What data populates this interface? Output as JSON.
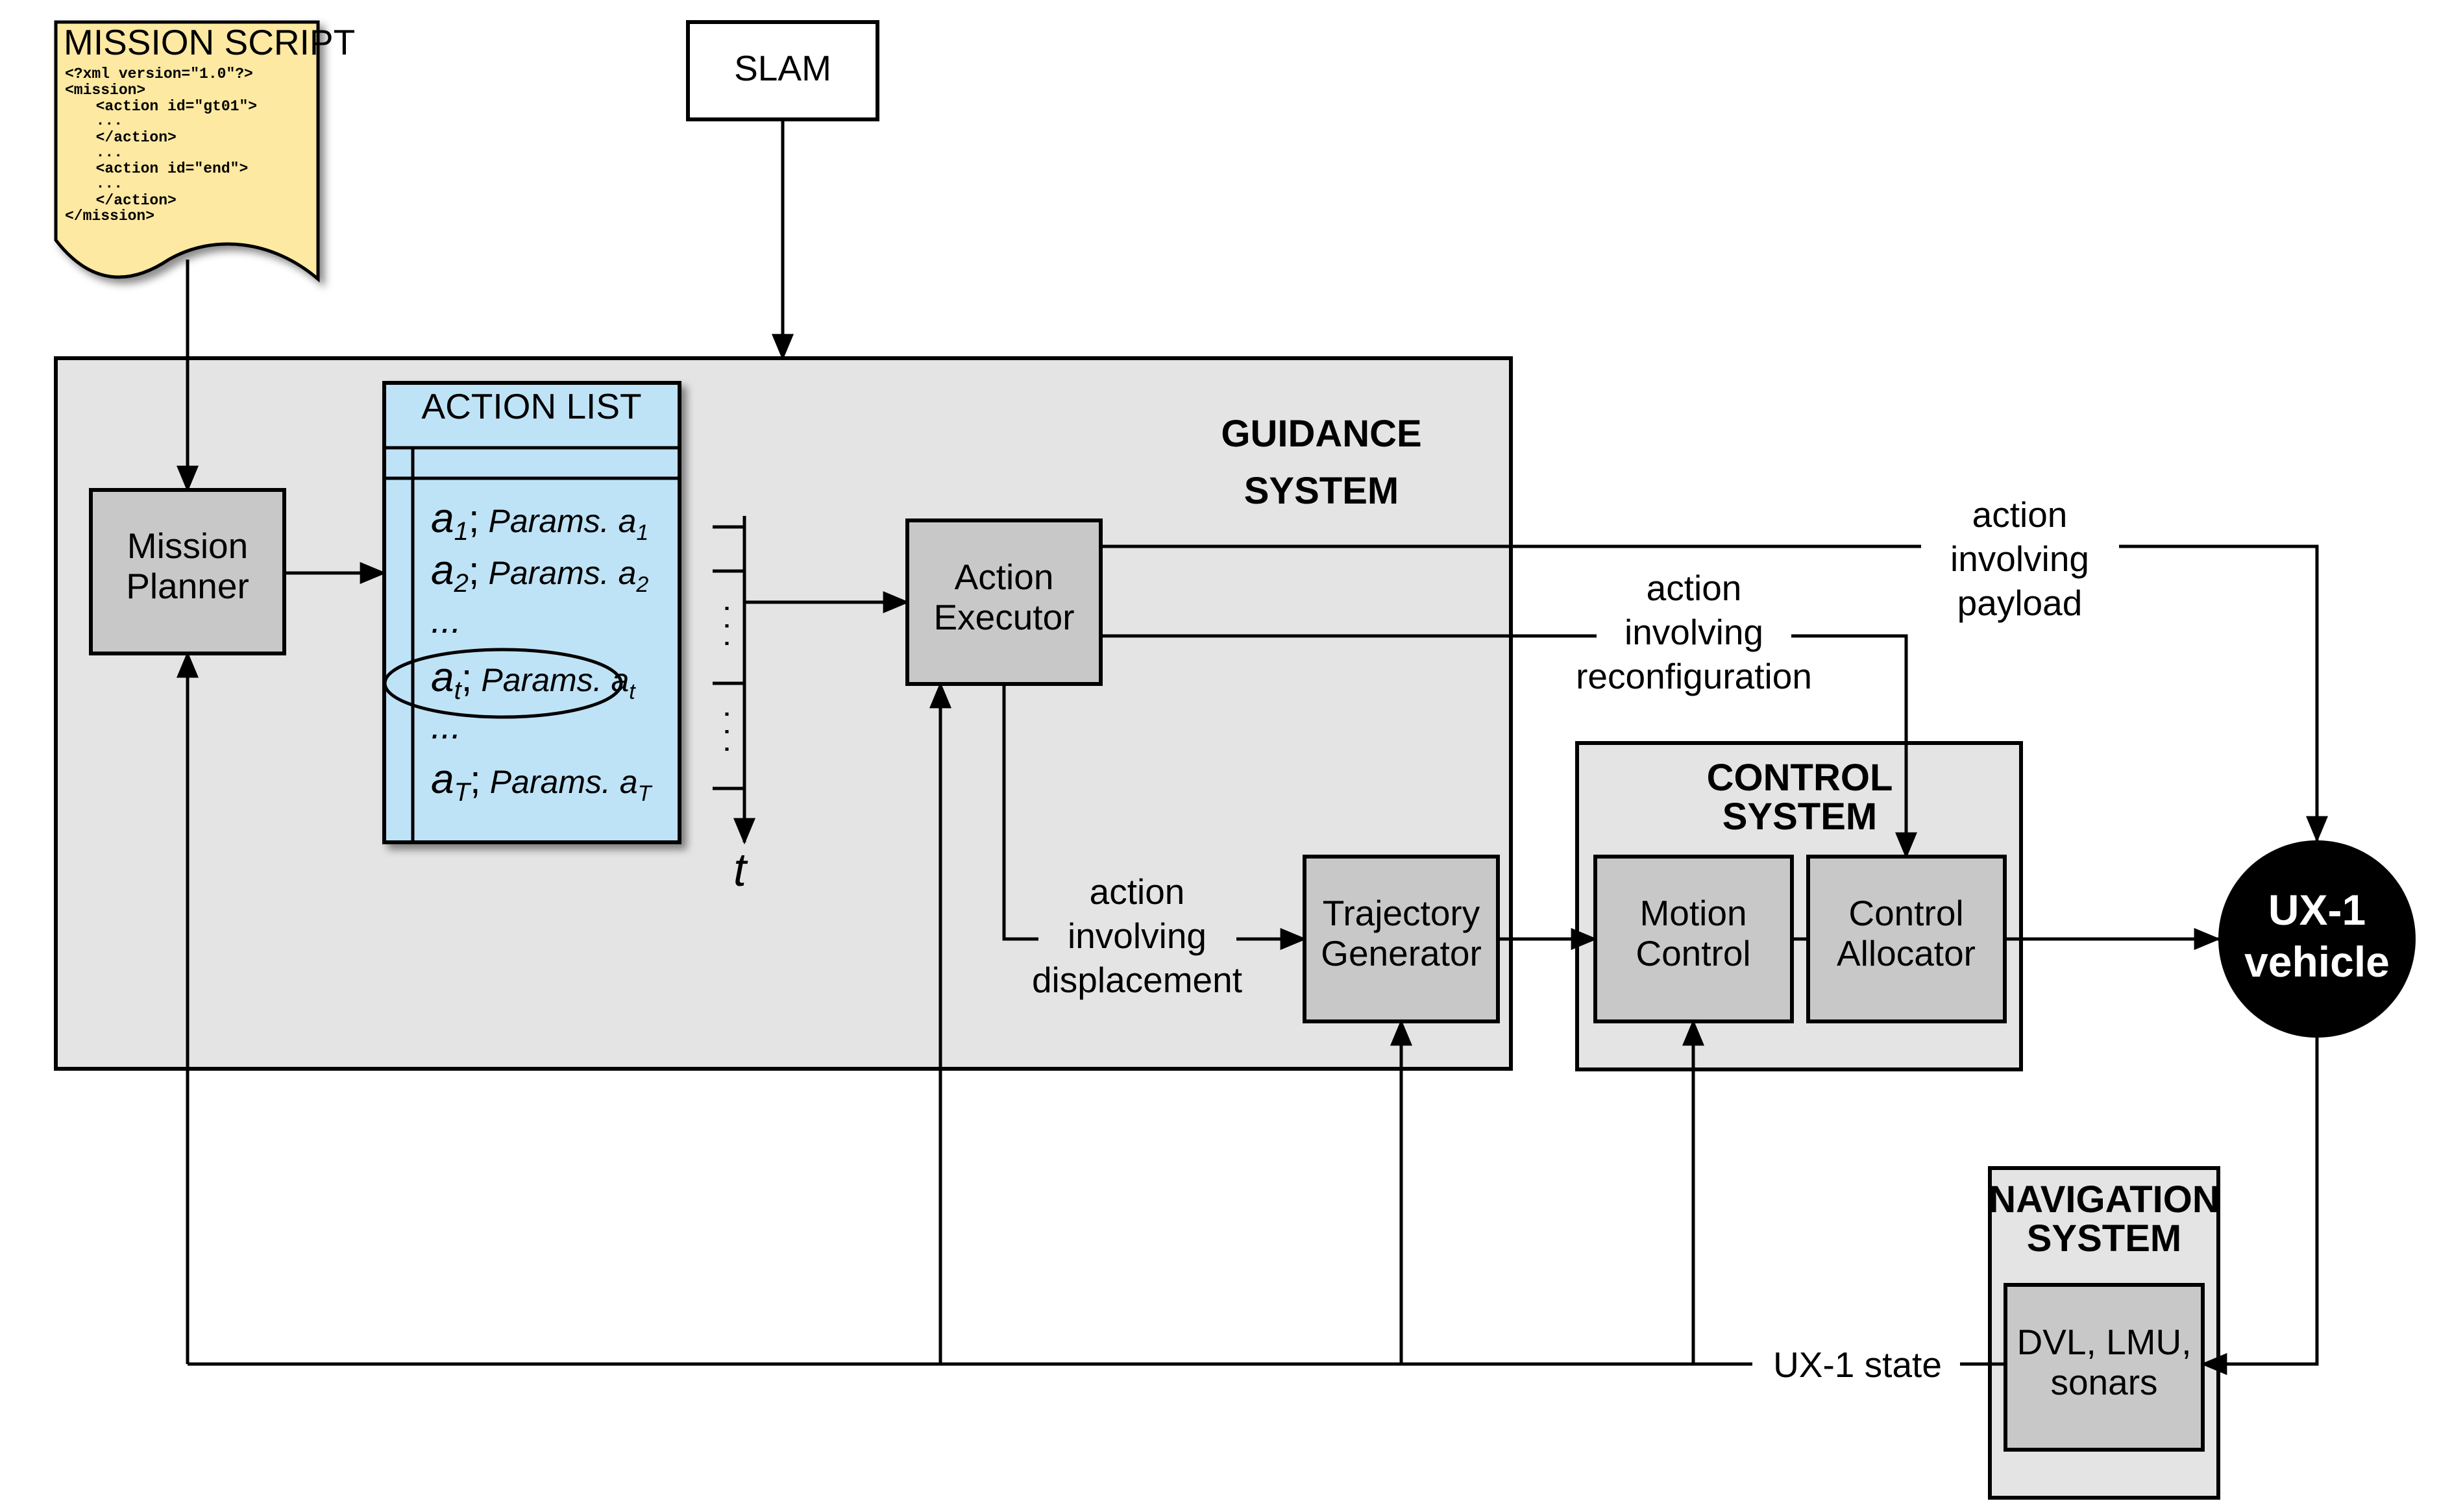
{
  "colors": {
    "system_fill": "#e4e4e4",
    "block_fill": "#c8c8c8",
    "action_list_fill": "#bfe3f6",
    "script_fill": "#fde9a2",
    "vehicle_fill": "#000000"
  },
  "mission_script": {
    "title": "MISSION SCRIPT",
    "lines": [
      "<?xml version=\"1.0\"?>",
      "<mission>",
      "  <action id=\"gt01\">",
      "  ...",
      "  </action>",
      "  ...",
      "  <action id=\"end\">",
      "  ...",
      "  </action>",
      "</mission>"
    ]
  },
  "slam": {
    "label": "SLAM"
  },
  "guidance": {
    "title_line1": "GUIDANCE",
    "title_line2": "SYSTEM"
  },
  "mission_planner": {
    "line1": "Mission",
    "line2": "Planner"
  },
  "action_list": {
    "title": "ACTION LIST",
    "rows": [
      {
        "a": "a",
        "sub": "1",
        "params": "Params. a",
        "psub": "1"
      },
      {
        "a": "a",
        "sub": "2",
        "params": "Params. a",
        "psub": "2"
      },
      {
        "ellipsis": "..."
      },
      {
        "a": "a",
        "sub": "t",
        "params": "Params. a",
        "psub": "t"
      },
      {
        "ellipsis": "..."
      },
      {
        "a": "a",
        "sub": "T",
        "params": "Params. a",
        "psub": "T"
      }
    ],
    "time_label": "t"
  },
  "action_executor": {
    "line1": "Action",
    "line2": "Executor"
  },
  "labels": {
    "payload": [
      "action",
      "involving",
      "payload"
    ],
    "reconfiguration": [
      "action",
      "involving",
      "reconfiguration"
    ],
    "displacement": [
      "action",
      "involving",
      "displacement"
    ],
    "state": "UX-1 state"
  },
  "trajectory_generator": {
    "line1": "Trajectory",
    "line2": "Generator"
  },
  "control_system": {
    "title_line1": "CONTROL",
    "title_line2": "SYSTEM",
    "motion_control": [
      "Motion",
      "Control"
    ],
    "control_allocator": [
      "Control",
      "Allocator"
    ]
  },
  "vehicle": {
    "line1": "UX-1",
    "line2": "vehicle"
  },
  "navigation_system": {
    "title_line1": "NAVIGATION",
    "title_line2": "SYSTEM",
    "sensors": [
      "DVL, LMU,",
      "sonars"
    ]
  }
}
